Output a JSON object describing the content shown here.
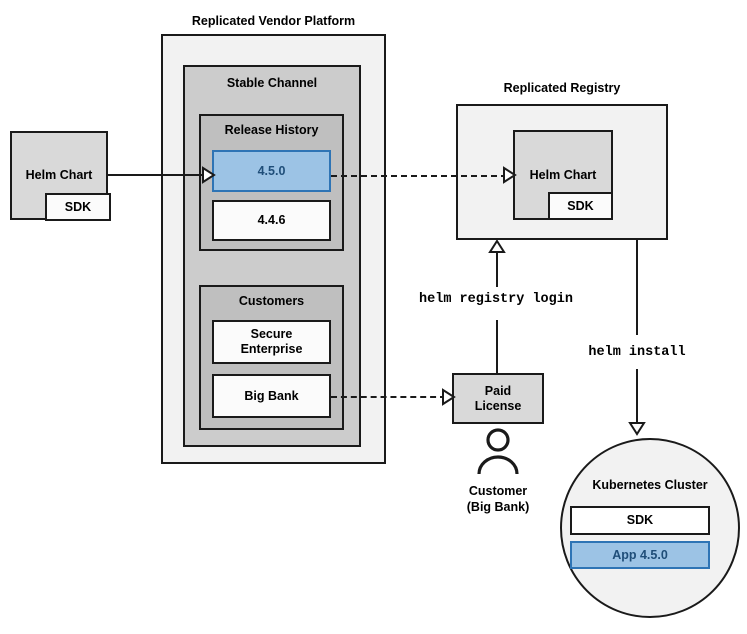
{
  "diagram": {
    "title_platform": "Replicated Vendor Platform",
    "title_registry": "Replicated Registry"
  },
  "platform": {
    "label": "Replicated Vendor Platform",
    "channel": {
      "label": "Stable Channel",
      "release_history": {
        "label": "Release History",
        "releases": [
          {
            "version": "4.5.0",
            "state": "selected",
            "fill": "#9cc3e5",
            "border": "#2e74b5",
            "text_color": "#1f4e79"
          },
          {
            "version": "4.4.6",
            "state": "normal",
            "fill": "#fbfbfb",
            "border": "#1a1a1a",
            "text_color": "#000000"
          }
        ]
      },
      "customers": {
        "label": "Customers",
        "entries": [
          {
            "name": "Secure\nEnterprise"
          },
          {
            "name": "Big Bank"
          }
        ]
      }
    }
  },
  "source_chart": {
    "label": "Helm Chart",
    "sdk_label": "SDK"
  },
  "registry": {
    "label": "Replicated Registry",
    "chart": {
      "label": "Helm Chart",
      "sdk_label": "SDK"
    }
  },
  "license": {
    "label": "Paid\nLicense"
  },
  "customer_actor": {
    "label": "Customer\n(Big Bank)",
    "icon": "person-icon"
  },
  "cluster": {
    "label": "Kubernetes Cluster",
    "components": [
      {
        "label": "SDK",
        "fill": "#ffffff",
        "border": "#1a1a1a",
        "text_color": "#000000"
      },
      {
        "label": "App 4.5.0",
        "fill": "#9cc3e5",
        "border": "#2e74b5",
        "text_color": "#1f4e79"
      }
    ]
  },
  "commands": {
    "registry_login": "helm registry login",
    "install": "helm install"
  },
  "colors": {
    "accent_blue_fill": "#9cc3e5",
    "accent_blue_border": "#2e74b5",
    "accent_blue_text": "#1f4e79",
    "stroke": "#1a1a1a",
    "panel_lightest": "#f2f2f2",
    "panel_light": "#d9d9d9",
    "panel_mid": "#cccccc",
    "panel_dark": "#bfbfbf"
  }
}
